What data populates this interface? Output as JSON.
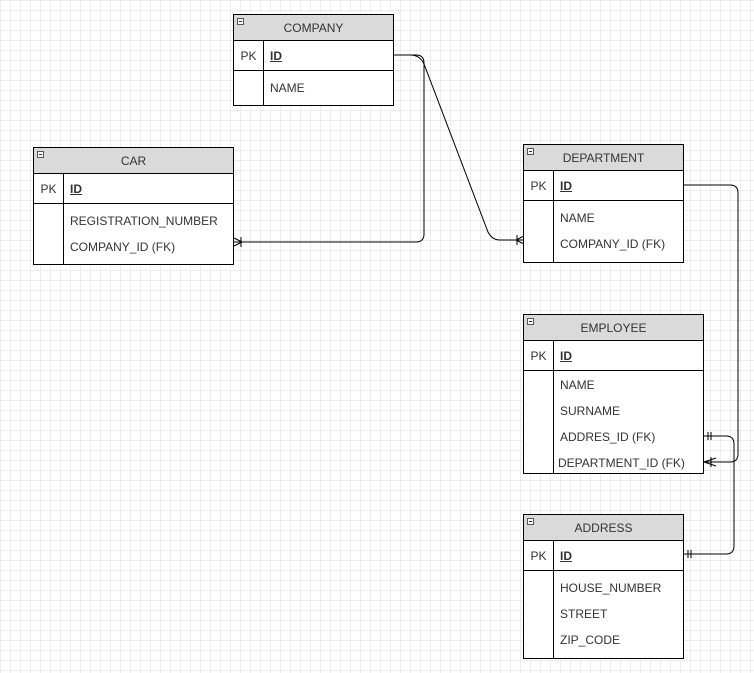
{
  "entities": {
    "company": {
      "title": "COMPANY",
      "pk_label": "PK",
      "pk_field": "ID",
      "fields": [
        "NAME"
      ]
    },
    "car": {
      "title": "CAR",
      "pk_label": "PK",
      "pk_field": "ID",
      "fields": [
        "REGISTRATION_NUMBER",
        "COMPANY_ID (FK)"
      ]
    },
    "department": {
      "title": "DEPARTMENT",
      "pk_label": "PK",
      "pk_field": "ID",
      "fields": [
        "NAME",
        "COMPANY_ID (FK)"
      ]
    },
    "employee": {
      "title": "EMPLOYEE",
      "pk_label": "PK",
      "pk_field": "ID",
      "fields": [
        "NAME",
        "SURNAME",
        "ADDRES_ID (FK)",
        "DEPARTMENT_ID (FK)"
      ]
    },
    "address": {
      "title": "ADDRESS",
      "pk_label": "PK",
      "pk_field": "ID",
      "fields": [
        "HOUSE_NUMBER",
        "STREET",
        "ZIP_CODE"
      ]
    }
  },
  "relationships": [
    {
      "from": "company.ID",
      "to": "car.COMPANY_ID (FK)",
      "from_end": "one",
      "to_end": "many"
    },
    {
      "from": "company.ID",
      "to": "department.COMPANY_ID (FK)",
      "from_end": "one",
      "to_end": "many"
    },
    {
      "from": "department.ID",
      "to": "employee.DEPARTMENT_ID (FK)",
      "from_end": "one",
      "to_end": "many"
    },
    {
      "from": "employee.ADDRES_ID (FK)",
      "to": "address.ID",
      "from_end": "exactly-one",
      "to_end": "exactly-one"
    }
  ],
  "colors": {
    "header_fill": "#dadada",
    "border": "#000000",
    "text": "#333333",
    "grid": "#ececec"
  }
}
